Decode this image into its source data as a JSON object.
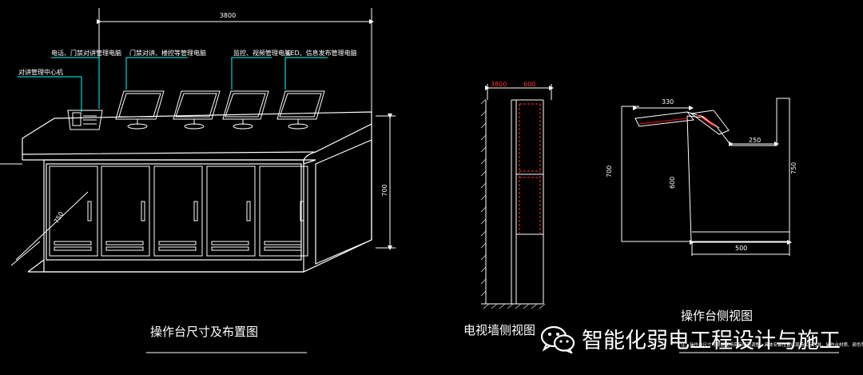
{
  "front_view": {
    "title": "操作台尺寸及布置图",
    "dim_width": "3800",
    "dim_height": "700",
    "dim_depth": "750",
    "labels": [
      "对讲管理中心机",
      "电话、门禁对讲管理电脑",
      "门禁对讲、楼控等管理电脑",
      "监控、视频管理电脑",
      "LED、信息发布管理电脑"
    ]
  },
  "tv_wall": {
    "title": "电视墙侧视图",
    "dim_a": "3800",
    "dim_b": "600"
  },
  "side_view": {
    "title": "操作台侧视图",
    "dim_top": "330",
    "dim_mid": "250",
    "dim_bottom": "500",
    "dim_left": "700",
    "dim_inner": "600",
    "dim_right": "750",
    "note": "注：操作台尺寸可根据现场实际情况调整，具体安装位置以现场实际为准，操作台材质、颜色等可根据甲方要求确定"
  },
  "watermark": {
    "text": "智能化弱电工程设计与施工",
    "icon": "wechat-icon"
  },
  "colors": {
    "background": "#000000",
    "line": "#ffffff",
    "dimension": "#00ffff",
    "leader": "#00ffff",
    "detail": "#ff0000",
    "hidden_line": "#ff3333"
  }
}
